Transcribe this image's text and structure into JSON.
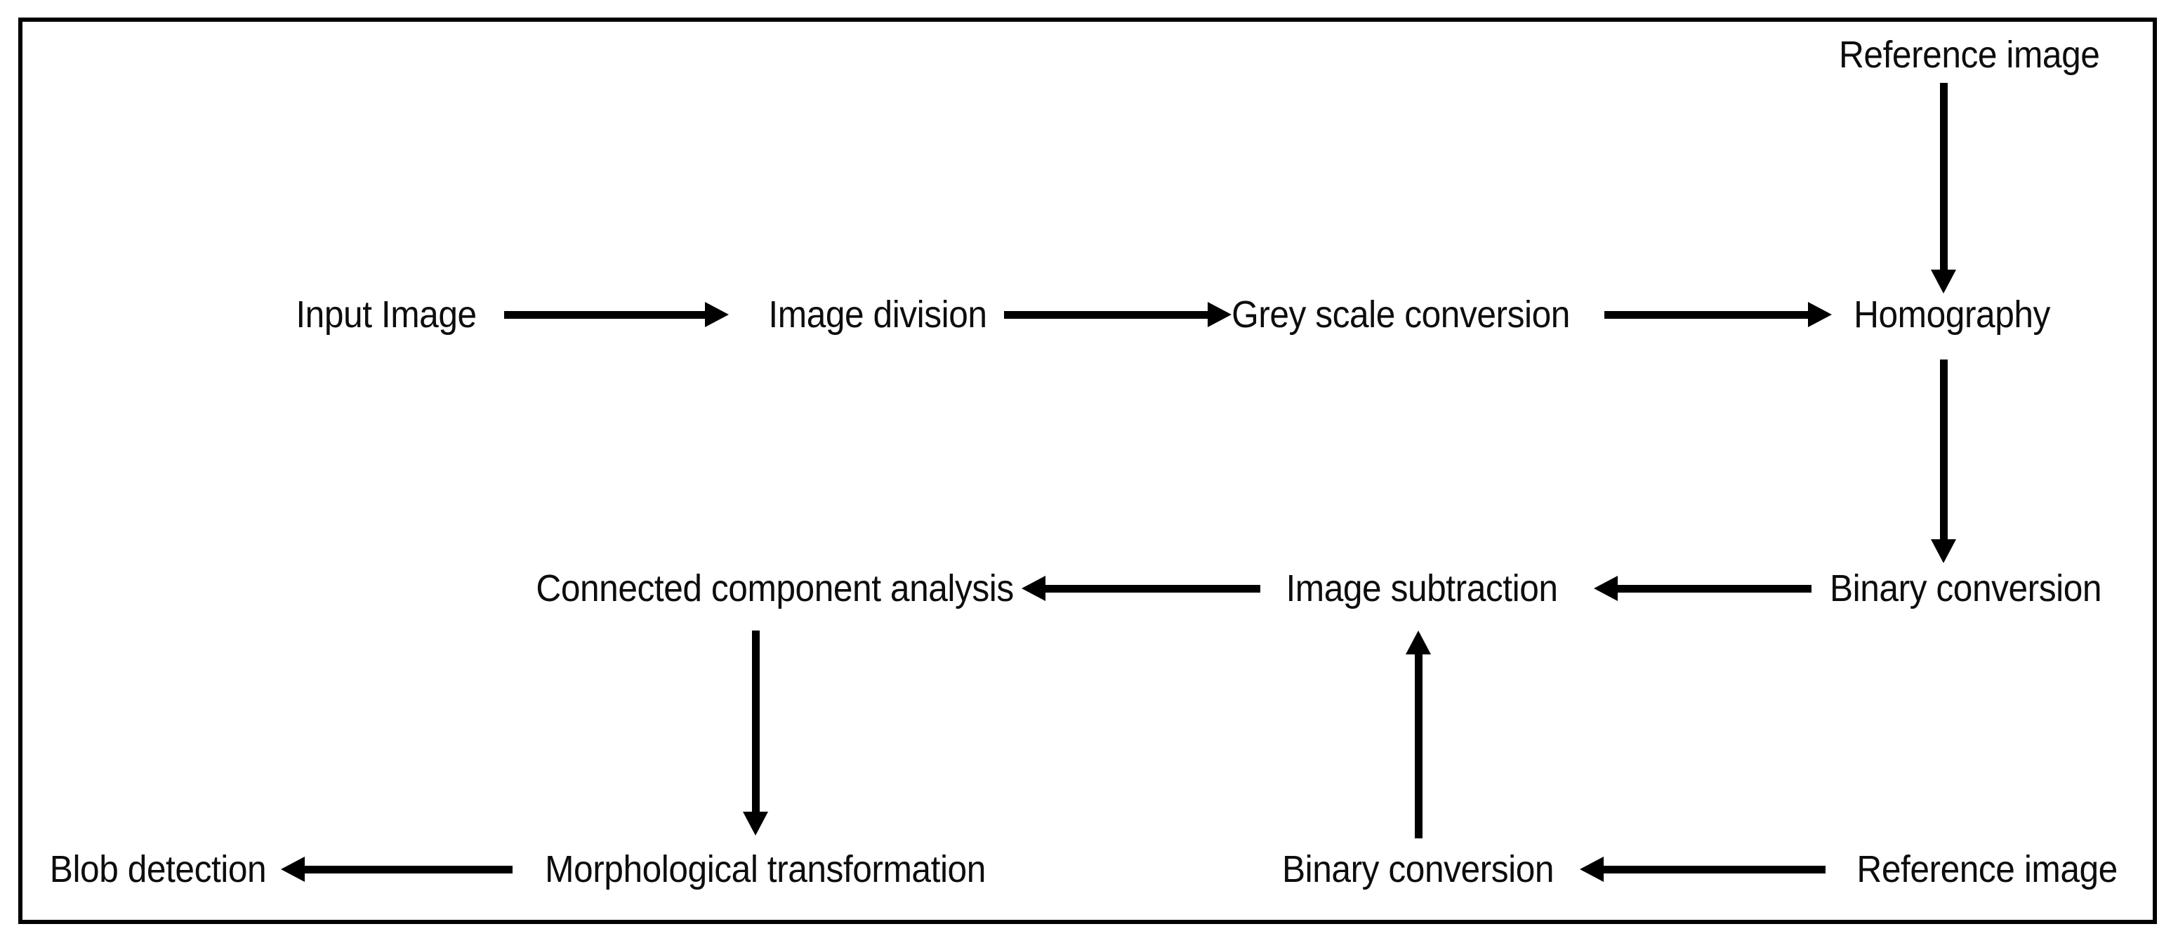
{
  "diagram": {
    "title": "Image processing pipeline flowchart",
    "background_color": "#ffffff",
    "border_color": "#000000",
    "text_color": "#0d0d0d",
    "arrow_color": "#000000",
    "nodes": [
      {
        "id": "input-image",
        "label": "Input Image"
      },
      {
        "id": "image-division",
        "label": "Image division"
      },
      {
        "id": "grey-scale-conversion",
        "label": "Grey scale conversion"
      },
      {
        "id": "homography",
        "label": "Homography"
      },
      {
        "id": "reference-image-top",
        "label": "Reference image"
      },
      {
        "id": "binary-conversion-right",
        "label": "Binary conversion"
      },
      {
        "id": "image-subtraction",
        "label": "Image subtraction"
      },
      {
        "id": "connected-component-analysis",
        "label": "Connected component analysis"
      },
      {
        "id": "morphological-transformation",
        "label": "Morphological transformation"
      },
      {
        "id": "blob-detection",
        "label": "Blob detection"
      },
      {
        "id": "binary-conversion-bottom",
        "label": "Binary conversion"
      },
      {
        "id": "reference-image-bottom",
        "label": "Reference image"
      }
    ],
    "edges": [
      {
        "id": "e1",
        "from": "input-image",
        "to": "image-division",
        "direction": "right"
      },
      {
        "id": "e2",
        "from": "image-division",
        "to": "grey-scale-conversion",
        "direction": "right"
      },
      {
        "id": "e3",
        "from": "grey-scale-conversion",
        "to": "homography",
        "direction": "right"
      },
      {
        "id": "e4",
        "from": "reference-image-top",
        "to": "homography",
        "direction": "down"
      },
      {
        "id": "e5",
        "from": "homography",
        "to": "binary-conversion-right",
        "direction": "down"
      },
      {
        "id": "e6",
        "from": "binary-conversion-right",
        "to": "image-subtraction",
        "direction": "left"
      },
      {
        "id": "e7",
        "from": "image-subtraction",
        "to": "connected-component-analysis",
        "direction": "left"
      },
      {
        "id": "e8",
        "from": "connected-component-analysis",
        "to": "morphological-transformation",
        "direction": "down"
      },
      {
        "id": "e9",
        "from": "morphological-transformation",
        "to": "blob-detection",
        "direction": "left"
      },
      {
        "id": "e10",
        "from": "reference-image-bottom",
        "to": "binary-conversion-bottom",
        "direction": "left"
      },
      {
        "id": "e11",
        "from": "binary-conversion-bottom",
        "to": "image-subtraction",
        "direction": "up"
      }
    ]
  }
}
